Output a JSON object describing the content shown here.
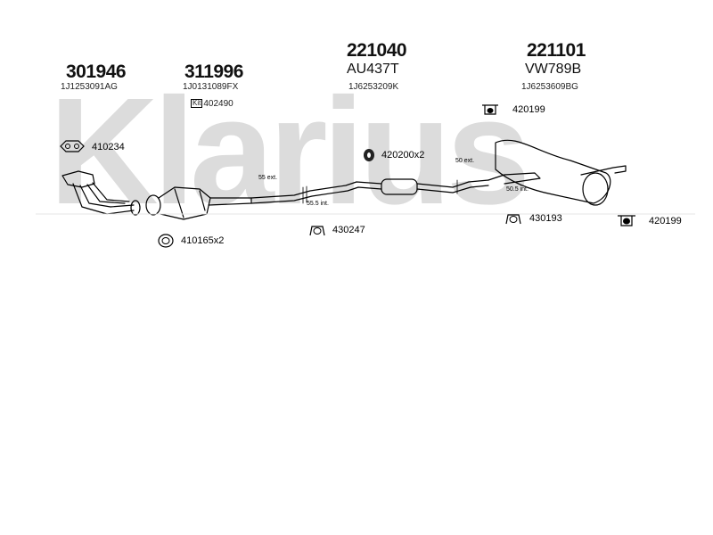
{
  "watermark": {
    "text": "Klarius"
  },
  "parts": [
    {
      "part_no": "301946",
      "oem": "1J1253091AG"
    },
    {
      "part_no": "311996",
      "oem": "1J0131089FX",
      "kit_label": "Kit",
      "kit_no": "402490"
    },
    {
      "part_no": "221040",
      "alt": "AU437T",
      "oem": "1J6253209K"
    },
    {
      "part_no": "221101",
      "alt": "VW789B",
      "oem": "1J6253609BG"
    }
  ],
  "fittings": {
    "f410234": "410234",
    "f410165": "410165x2",
    "f420200": "420200x2",
    "f430247": "430247",
    "f420199_top": "420199",
    "f430193": "430193",
    "f420199_right": "420199"
  },
  "dimensions": {
    "d55ext": "55 ext.",
    "d55int": "55.5 int.",
    "d50ext": "50 ext.",
    "d50int": "50.5 int."
  },
  "colors": {
    "watermark": "#d9d9d9",
    "line": "#000000"
  }
}
